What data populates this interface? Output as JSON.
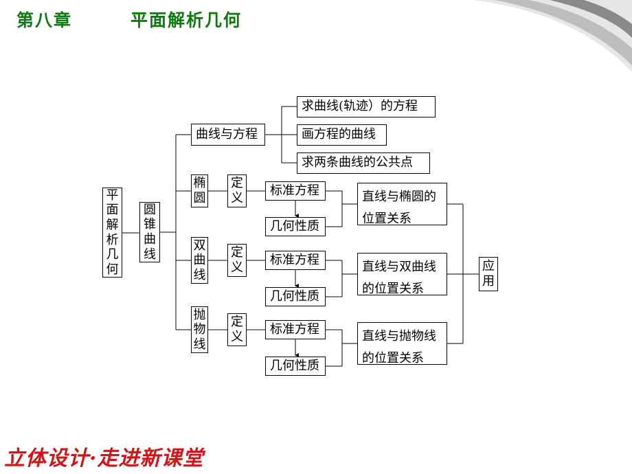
{
  "header": {
    "chapter": "第八章",
    "title": "平面解析几何"
  },
  "diagram": {
    "root": "平面解析几何",
    "conic": "圆锥曲线",
    "curve_equation": "曲线与方程",
    "curve_items": [
      "求曲线(轨迹）的方程",
      "画方程的曲线",
      "求两条曲线的公共点"
    ],
    "branches": [
      {
        "name": "椭圆",
        "definition": "定义",
        "standard": "标准方程",
        "properties": "几何性质",
        "relation": "直线与椭圆的\n位置关系"
      },
      {
        "name": "双曲线",
        "definition": "定义",
        "standard": "标准方程",
        "properties": "几何性质",
        "relation": "直线与双曲线\n的位置关系"
      },
      {
        "name": "抛物线",
        "definition": "定义",
        "standard": "标准方程",
        "properties": "几何性质",
        "relation": "直线与抛物线\n的位置关系"
      }
    ],
    "application": "应用"
  },
  "footer": {
    "slogan": "立体设计·走进新课堂"
  }
}
